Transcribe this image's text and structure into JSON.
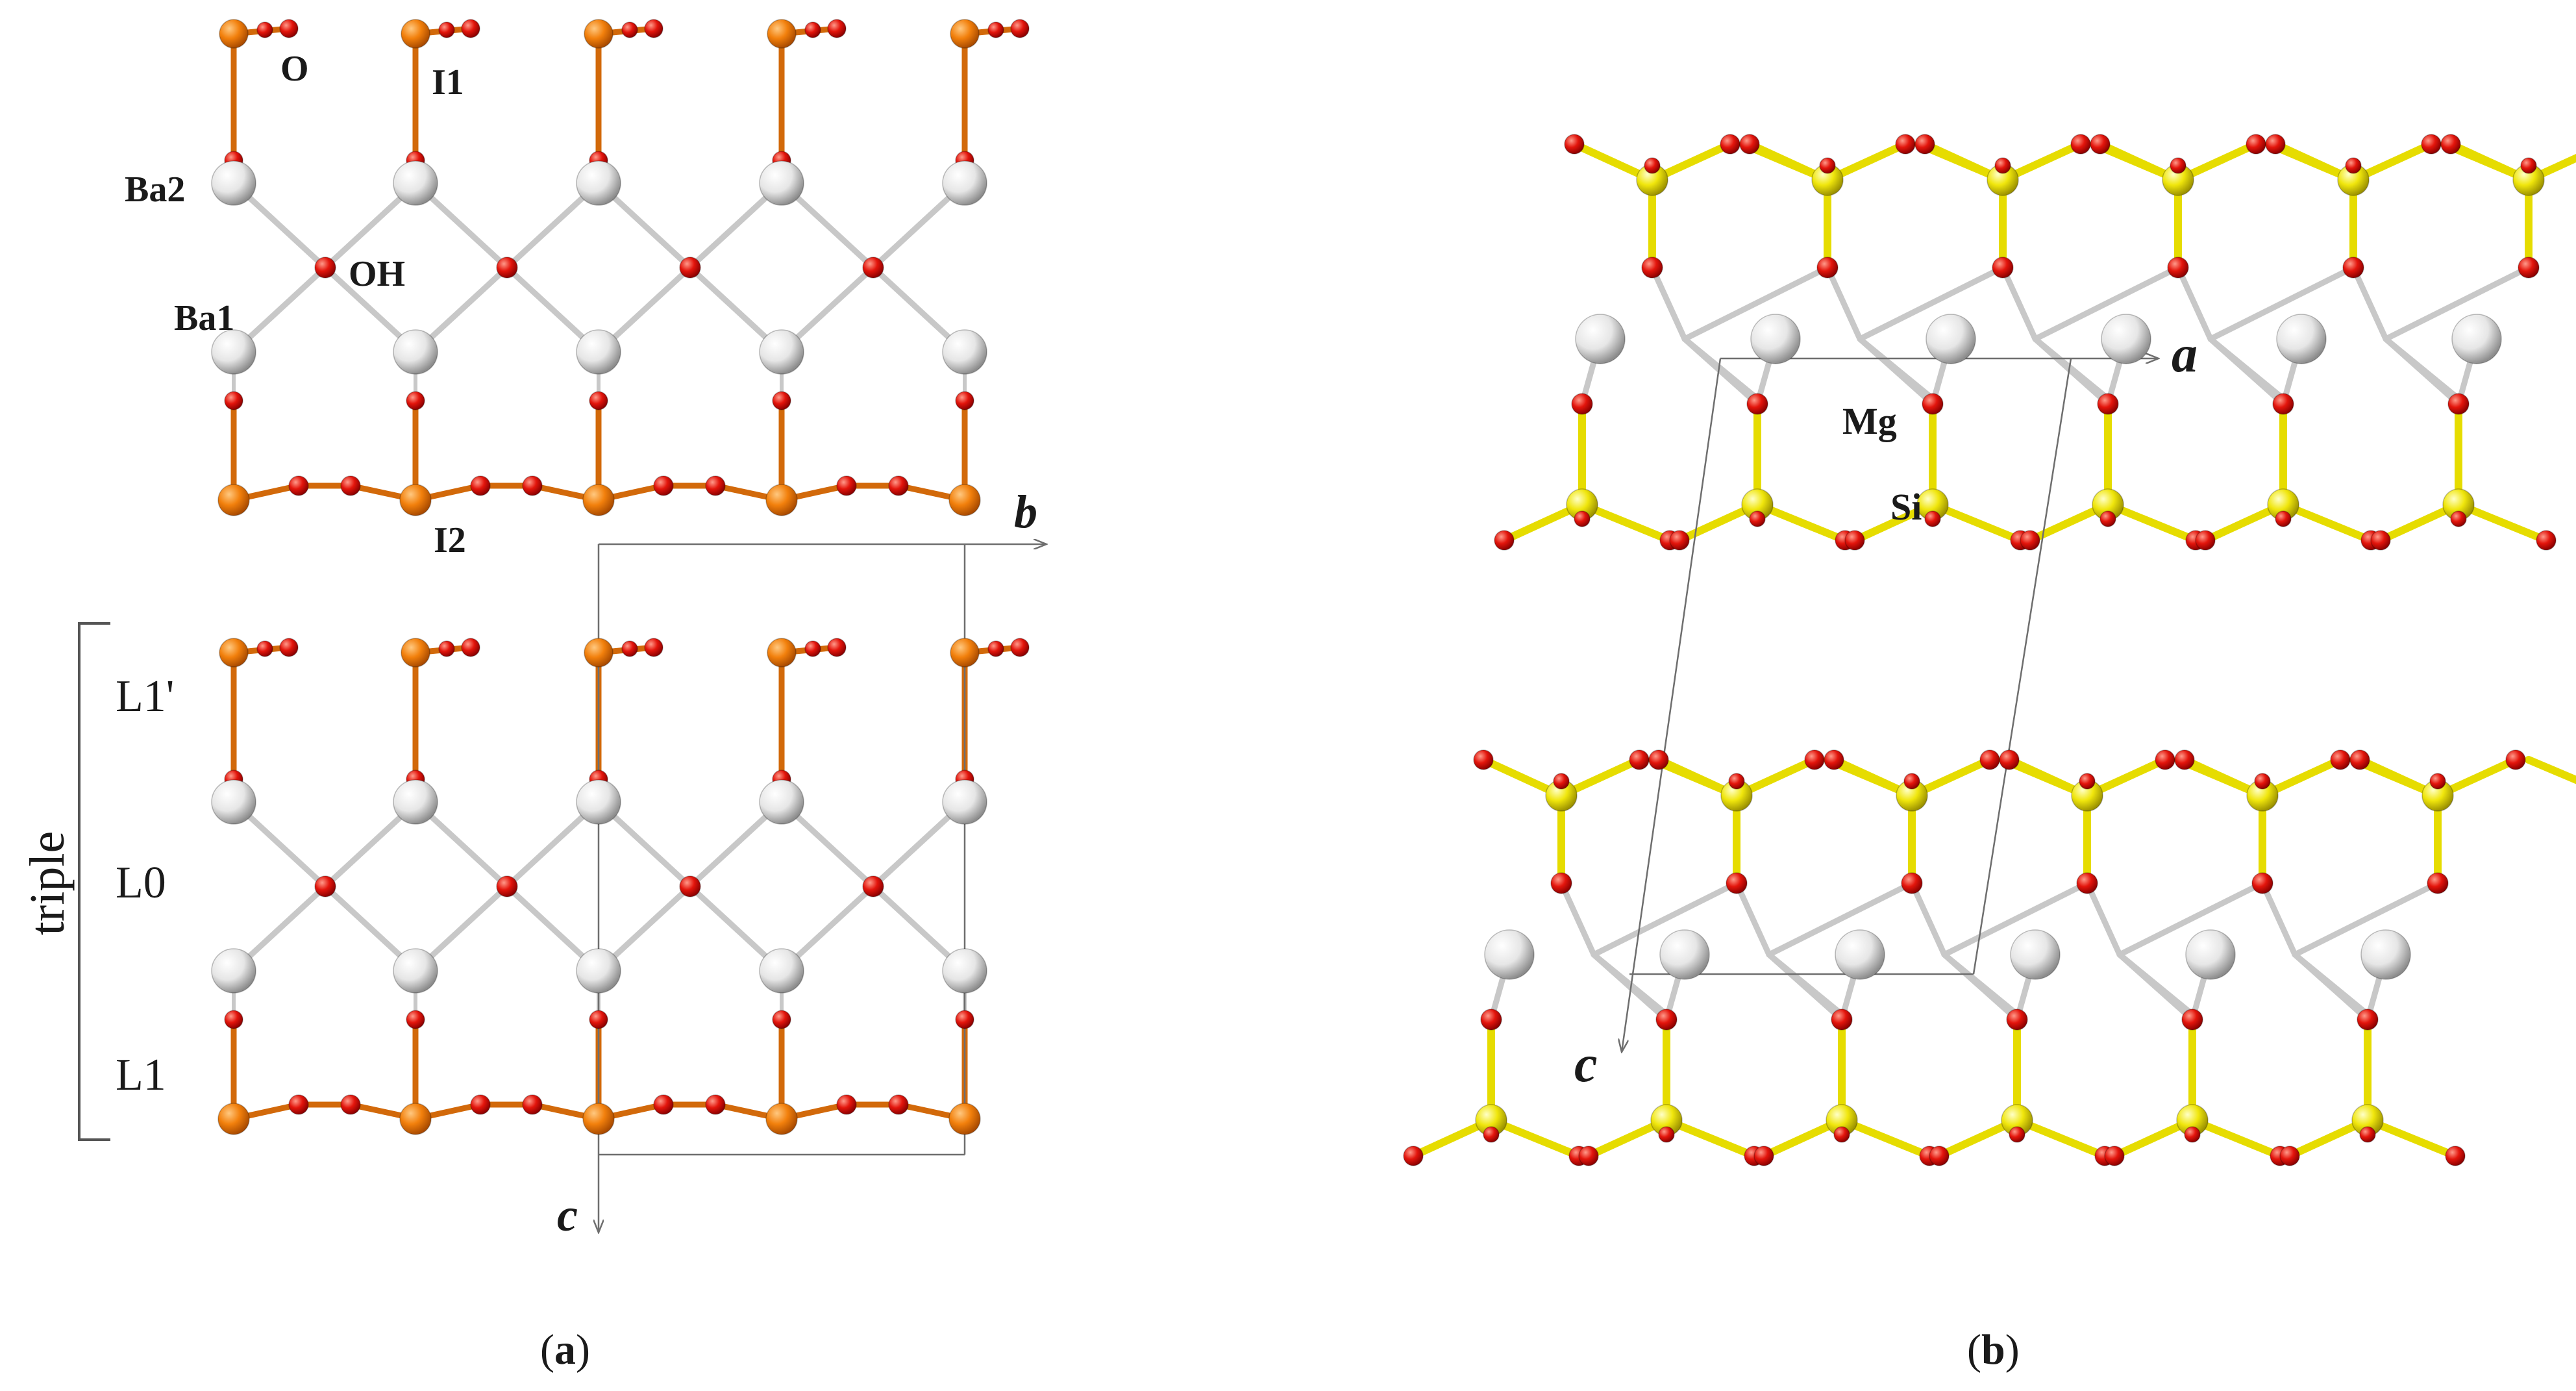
{
  "panel_a": {
    "caption_open": "(",
    "caption_letter": "a",
    "caption_close": ")",
    "atom_labels": {
      "O": "O",
      "I1": "I1",
      "Ba2": "Ba2",
      "OH": "OH",
      "Ba1": "Ba1",
      "I2": "I2"
    },
    "layer_labels": {
      "L1p": "L1'",
      "L0": "L0",
      "L1": "L1"
    },
    "bracket_label": "triple",
    "axes": {
      "b": "b",
      "c": "c"
    }
  },
  "panel_b": {
    "caption_open": "(",
    "caption_letter": "b",
    "caption_close": ")",
    "atom_labels": {
      "Mg": "Mg",
      "Si": "Si"
    },
    "axes": {
      "a": "a",
      "c": "c"
    }
  },
  "colors": {
    "iodine": "#f07d0a",
    "oxygen": "#e10f0a",
    "barium": "#e2e2e2",
    "silicon": "#efe60a",
    "magnesium": "#dcdcdc",
    "bond_gray": "#c8c8c8",
    "bond_orange": "#d2690a",
    "bond_yellow": "#e6dc00",
    "cell_line": "#6e6e6e"
  }
}
